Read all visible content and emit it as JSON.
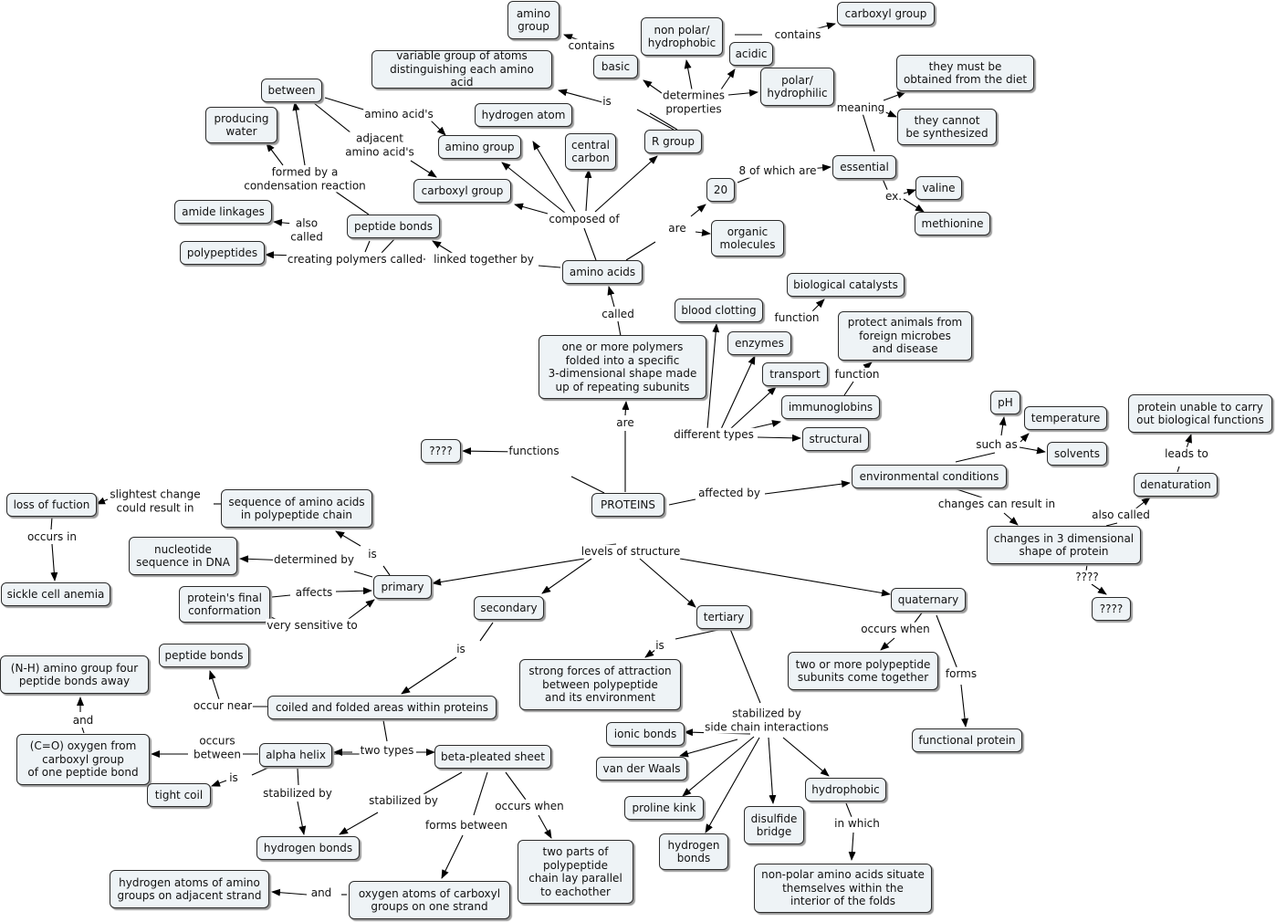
{
  "concepts": {
    "amino_group_top": "amino\ngroup",
    "contains_a": "contains",
    "basic": "basic",
    "non_polar": "non polar/\nhydrophobic",
    "acidic": "acidic",
    "contains_b": "contains",
    "carboxyl_group_top": "carboxyl group",
    "variable_group": "variable group of atoms\ndistinguishing each amino acid",
    "polar": "polar/\nhydrophilic",
    "they_must": "they must be\nobtained from the diet",
    "between": "between",
    "producing_water": "producing\nwater",
    "hydrogen_atom": "hydrogen atom",
    "r_group": "R group",
    "they_cannot": "they cannot\nbe synthesized",
    "amino_group_mid": "amino group",
    "central_carbon": "central\ncarbon",
    "essential": "essential",
    "carboxyl_group_mid": "carboxyl group",
    "twenty": "20",
    "valine": "valine",
    "amide_linkages": "amide linkages",
    "peptide_bonds_top": "peptide bonds",
    "organic_molecules": "organic\nmolecules",
    "methionine": "methionine",
    "polypeptides": "polypeptides",
    "amino_acids": "amino acids",
    "biological_catalysts": "biological catalysts",
    "blood_clotting": "blood clotting",
    "protect_animals": "protect animals from\nforeign microbes\nand disease",
    "enzymes": "enzymes",
    "one_or_more": "one or more polymers\nfolded into a specific\n3-dimensional shape made\nup of repeating subunits",
    "transport": "transport",
    "immunoglobins": "immunoglobins",
    "ph": "pH",
    "protein_unable": "protein unable to carry\nout biological functions",
    "temperature": "temperature",
    "structural": "structural",
    "unknown_a": "????",
    "solvents": "solvents",
    "environmental": "environmental conditions",
    "denaturation": "denaturation",
    "loss_of_fuction": "loss of fuction",
    "sequence": "sequence of amino acids\nin polypeptide chain",
    "proteins": "PROTEINS",
    "changes_3d": "changes in 3 dimensional\nshape of protein",
    "nucleotide": "nucleotide\nsequence in DNA",
    "primary": "primary",
    "sickle_cell": "sickle cell anemia",
    "proteins_final": "protein's final\nconformation",
    "secondary": "secondary",
    "quaternary": "quaternary",
    "unknown_b": "????",
    "tertiary": "tertiary",
    "peptide_bonds_low": "peptide bonds",
    "nh_amino": "(N-H) amino group four\npeptide bonds away",
    "strong_forces": "strong forces of attraction\nbetween polypeptide\nand its environment",
    "two_or_more": "two or more polypeptide\nsubunits come together",
    "coiled": "coiled and folded areas within proteins",
    "ionic_bonds": "ionic bonds",
    "functional_protein": "functional protein",
    "co_oxygen": "(C=O) oxygen from\ncarboxyl group\nof one peptide bond",
    "alpha_helix": "alpha helix",
    "beta_sheet": "beta-pleated sheet",
    "van_der_waals": "van der Waals",
    "tight_coil": "tight coil",
    "hydrophobic": "hydrophobic",
    "proline_kink": "proline kink",
    "disulfide": "disulfide\nbridge",
    "hydrogen_bonds_left": "hydrogen bonds",
    "hydrogen_bonds_right": "hydrogen\nbonds",
    "two_parts": "two parts of\npolypeptide\nchain lay parallel\nto eachother",
    "non_polar_situate": "non-polar amino acids situate\nthemselves within the\ninterior of the folds",
    "hydrogen_atoms_amino": "hydrogen atoms of amino\ngroups on adjacent strand",
    "oxygen_atoms": "oxygen atoms of carboxyl\ngroups on one strand"
  },
  "links": {
    "l_is_variable": "is",
    "l_determines": "determines\nproperties",
    "l_amino_acids_s": "amino acid's",
    "l_adjacent": "adjacent\namino acid's",
    "l_meaning": "meaning",
    "l_formed_by": "formed by a\ncondensation reaction",
    "l_eight_of_which": "8 of which are",
    "l_ex": "ex.",
    "l_composed_of": "composed of",
    "l_also_called": "also\ncalled",
    "l_are_organic": "are",
    "l_creating": "creating polymers called",
    "l_linked": "linked together by",
    "l_called": "called",
    "l_function_enz": "function",
    "l_function_imm": "function",
    "l_are_proteins": "are",
    "l_different_types": "different types",
    "l_functions": "functions",
    "l_leads_to": "leads to",
    "l_such_as": "such as",
    "l_slightest": "slightest change\ncould result in",
    "l_affected_by": "affected by",
    "l_changes_result": "changes can result in",
    "l_also_called_den": "also called",
    "l_is_primary": "is",
    "l_occurs_in": "occurs in",
    "l_determined_by": "determined by",
    "l_levels": "levels of structure",
    "l_affects": "affects",
    "l_qqqq": "????",
    "l_very_sensitive": "very sensitive to",
    "l_occurs_when_q": "occurs when",
    "l_is_tertiary": "is",
    "l_is_secondary": "is",
    "l_forms": "forms",
    "l_occur_near": "occur near",
    "l_and_nh": "and",
    "l_stabilized_side": "stabilized by\nside chain interactions",
    "l_occurs_between": "occurs\nbetween",
    "l_two_types": "two types",
    "l_is_tight": "is",
    "l_stabilized_alpha": "stabilized by",
    "l_stabilized_beta": "stabilized by",
    "l_occurs_when_b": "occurs when",
    "l_in_which": "in which",
    "l_forms_between": "forms between",
    "l_and_h": "and"
  }
}
